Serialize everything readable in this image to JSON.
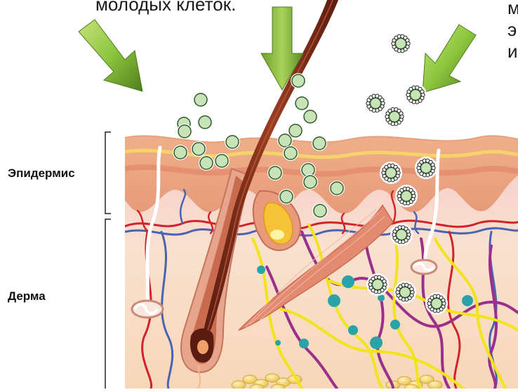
{
  "caption_left": "молодых клеток.",
  "caption_right_lines": [
    "м",
    "э",
    "и"
  ],
  "labels": {
    "epidermis": "Эпидермис",
    "dermis": "Дерма"
  },
  "colors": {
    "arrow": "#8dc63f",
    "arrow_dark": "#5f8f22",
    "cell_fill": "#c9e3b8",
    "cell_ring": "#2e5a2a",
    "epidermis_top": "#f0b48e",
    "epidermis_band": "#f6d36a",
    "dermis": "#f8dccd",
    "hair": "#7a2c1a",
    "artery": "#d2232a",
    "vein": "#4a63b0",
    "nerve": "#f2e41c",
    "lymph": "#9b2f8c",
    "node": "#2aa3a8",
    "fat": "#f3d77a"
  },
  "icons": {
    "arrows": "down-arrow-icon",
    "cells": "cell-icon",
    "particles": "particle-icon"
  }
}
